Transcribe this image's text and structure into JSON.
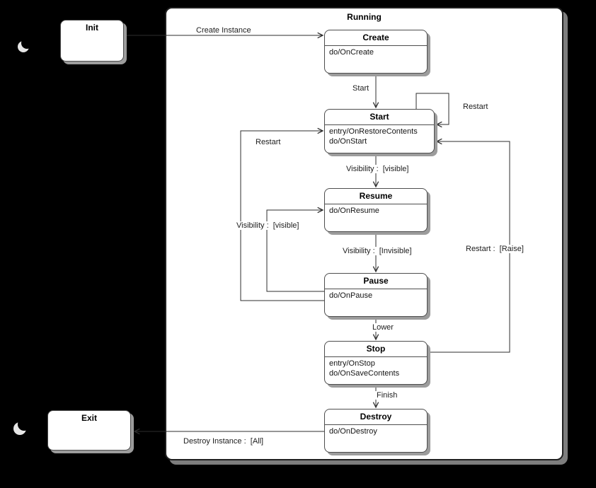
{
  "colors": {
    "background": "#000000",
    "node_fill": "#ffffff",
    "node_border": "#4d4d4d",
    "container_border": "#1f1f1f",
    "line": "#2e2e2e",
    "shadow": "#8f8f8f",
    "text": "#000000"
  },
  "icons": {
    "top_left": "crescent-moon-icon",
    "bottom_left": "crescent-moon-icon"
  },
  "diagram": {
    "container": {
      "title": "Running"
    },
    "outer_states": {
      "init": {
        "title": "Init"
      },
      "exit": {
        "title": "Exit"
      }
    },
    "states": {
      "create": {
        "title": "Create",
        "lines": [
          "do/OnCreate"
        ]
      },
      "start": {
        "title": "Start",
        "lines": [
          "entry/OnRestoreContents",
          "do/OnStart"
        ]
      },
      "resume": {
        "title": "Resume",
        "lines": [
          "do/OnResume"
        ]
      },
      "pause": {
        "title": "Pause",
        "lines": [
          "do/OnPause"
        ]
      },
      "stop": {
        "title": "Stop",
        "lines": [
          "entry/OnStop",
          "do/OnSaveContents"
        ]
      },
      "destroy": {
        "title": "Destroy",
        "lines": [
          "do/OnDestroy"
        ]
      }
    },
    "transition_labels": {
      "create_instance": "Create Instance",
      "start": "Start",
      "restart_self": "Restart",
      "visibility_visible_down": "Visibility :  [visible]",
      "visibility_invisible": "Visibility :  [Invisible]",
      "visibility_visible_back": "Visibility :  [visible]",
      "restart_back": "Restart",
      "lower": "Lower",
      "restart_raise": "Restart :  [Raise]",
      "finish": "Finish",
      "destroy_instance": "Destroy Instance :  [All]"
    }
  }
}
